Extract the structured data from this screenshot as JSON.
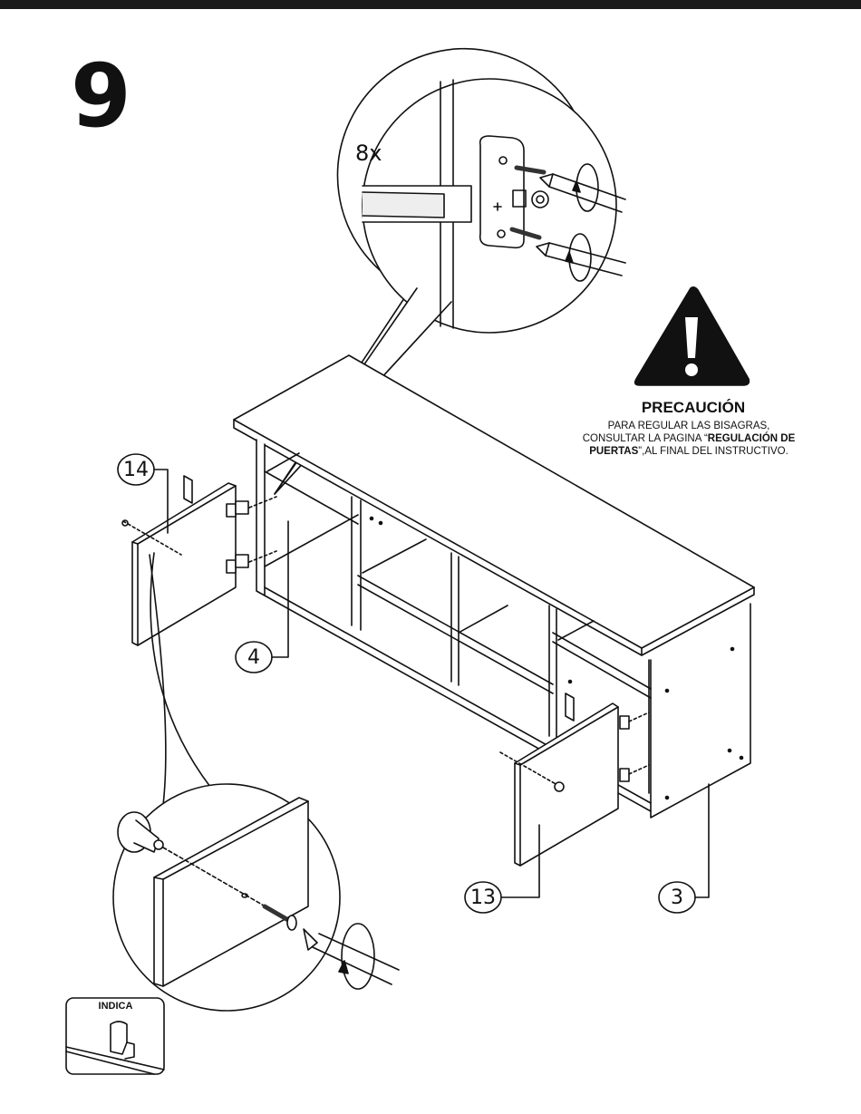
{
  "step": {
    "number": "9"
  },
  "detail_hinge": {
    "multiplier": "8x"
  },
  "caution": {
    "title": "PRECAUCIÓN",
    "line1": "PARA REGULAR LAS BISAGRAS,",
    "line2_prefix": "CONSULTAR LA PAGINA “",
    "line2_bold": "REGULACIÓN DE",
    "line3_bold": "PUERTAS",
    "line3_suffix": "”,AL FINAL DEL INSTRUCTIVO."
  },
  "parts": {
    "p14": "14",
    "p4": "4",
    "p13": "13",
    "p3": "3"
  },
  "legend": {
    "indica": "INDICA"
  }
}
